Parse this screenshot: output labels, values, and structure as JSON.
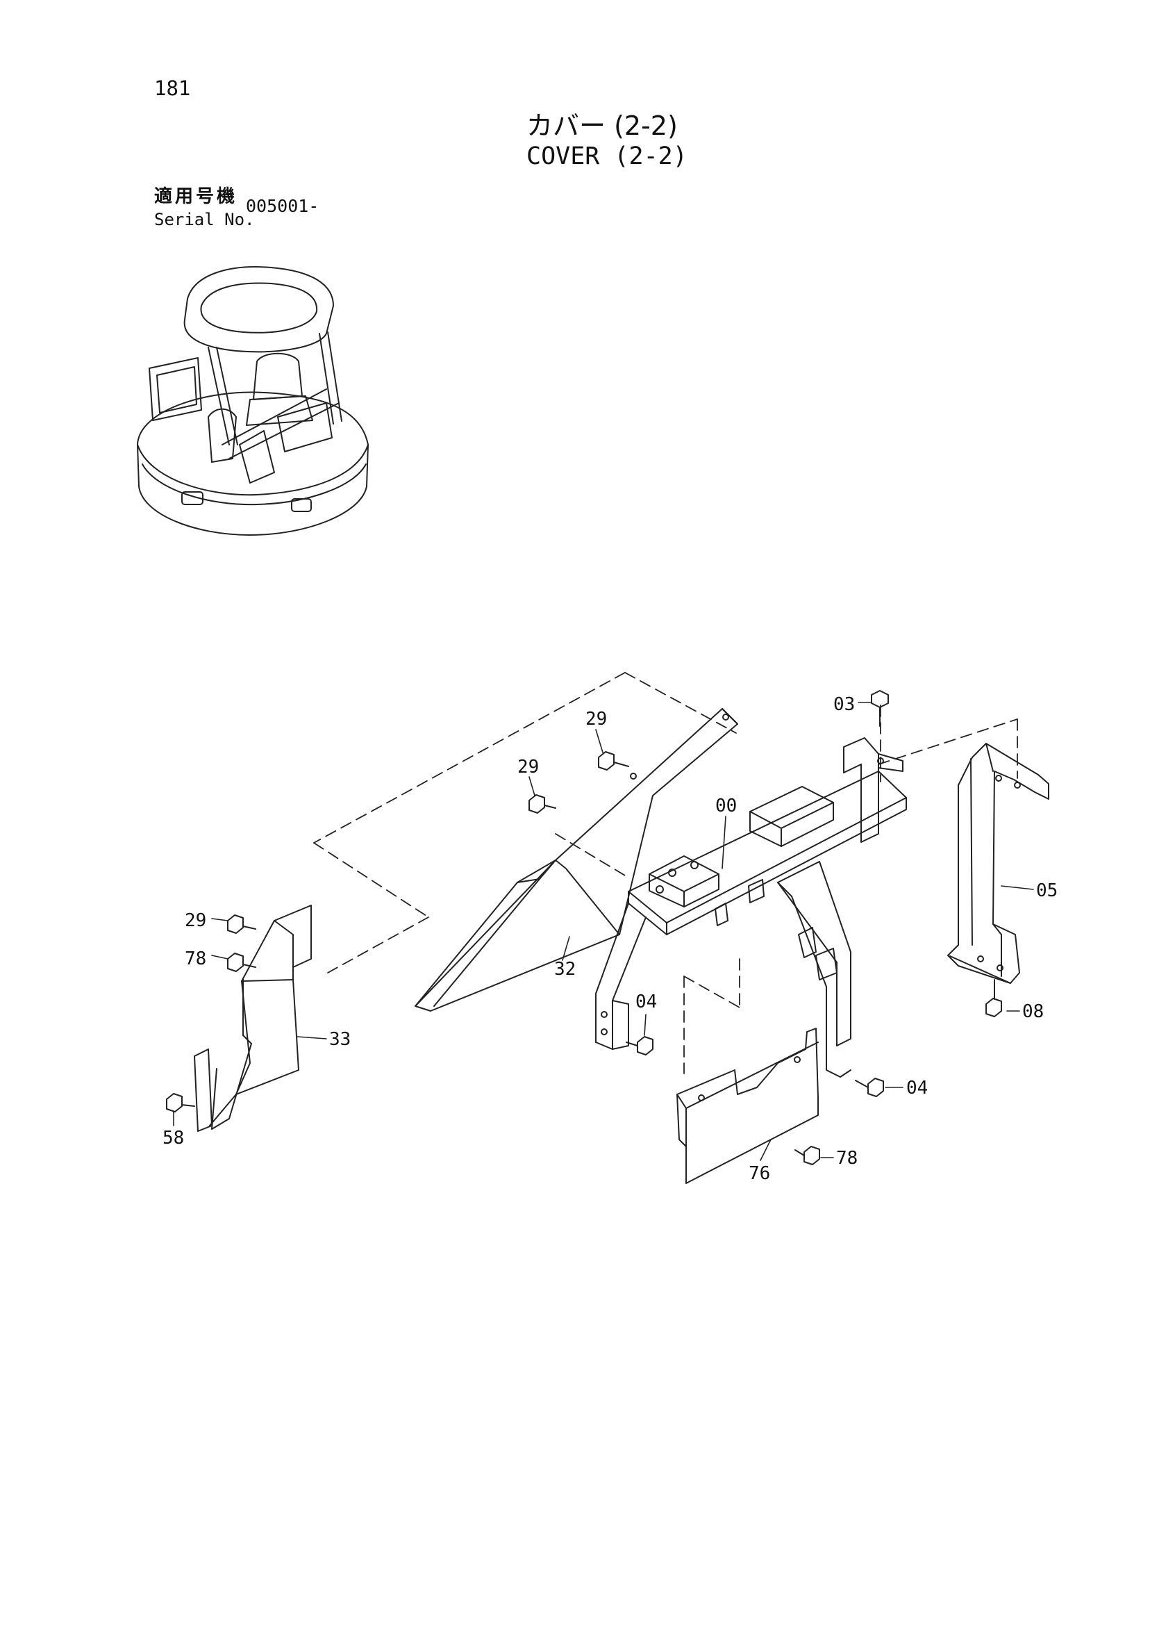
{
  "header": {
    "page_number": "181",
    "title_jp": "カバー (2-2)",
    "title_en": "COVER (2-2)",
    "serial_label_jp": "適用号機",
    "serial_label_en": "Serial No.",
    "serial_value": "005001-"
  },
  "parts": [
    {
      "key": "p03",
      "label": "03"
    },
    {
      "key": "p29a",
      "label": "29"
    },
    {
      "key": "p29b",
      "label": "29"
    },
    {
      "key": "p00",
      "label": "00"
    },
    {
      "key": "p05",
      "label": "05"
    },
    {
      "key": "p29c",
      "label": "29"
    },
    {
      "key": "p78a",
      "label": "78"
    },
    {
      "key": "p32",
      "label": "32"
    },
    {
      "key": "p33",
      "label": "33"
    },
    {
      "key": "p04a",
      "label": "04"
    },
    {
      "key": "p04b",
      "label": "04"
    },
    {
      "key": "p08",
      "label": "08"
    },
    {
      "key": "p58",
      "label": "58"
    },
    {
      "key": "p78b",
      "label": "78"
    },
    {
      "key": "p76",
      "label": "76"
    }
  ]
}
